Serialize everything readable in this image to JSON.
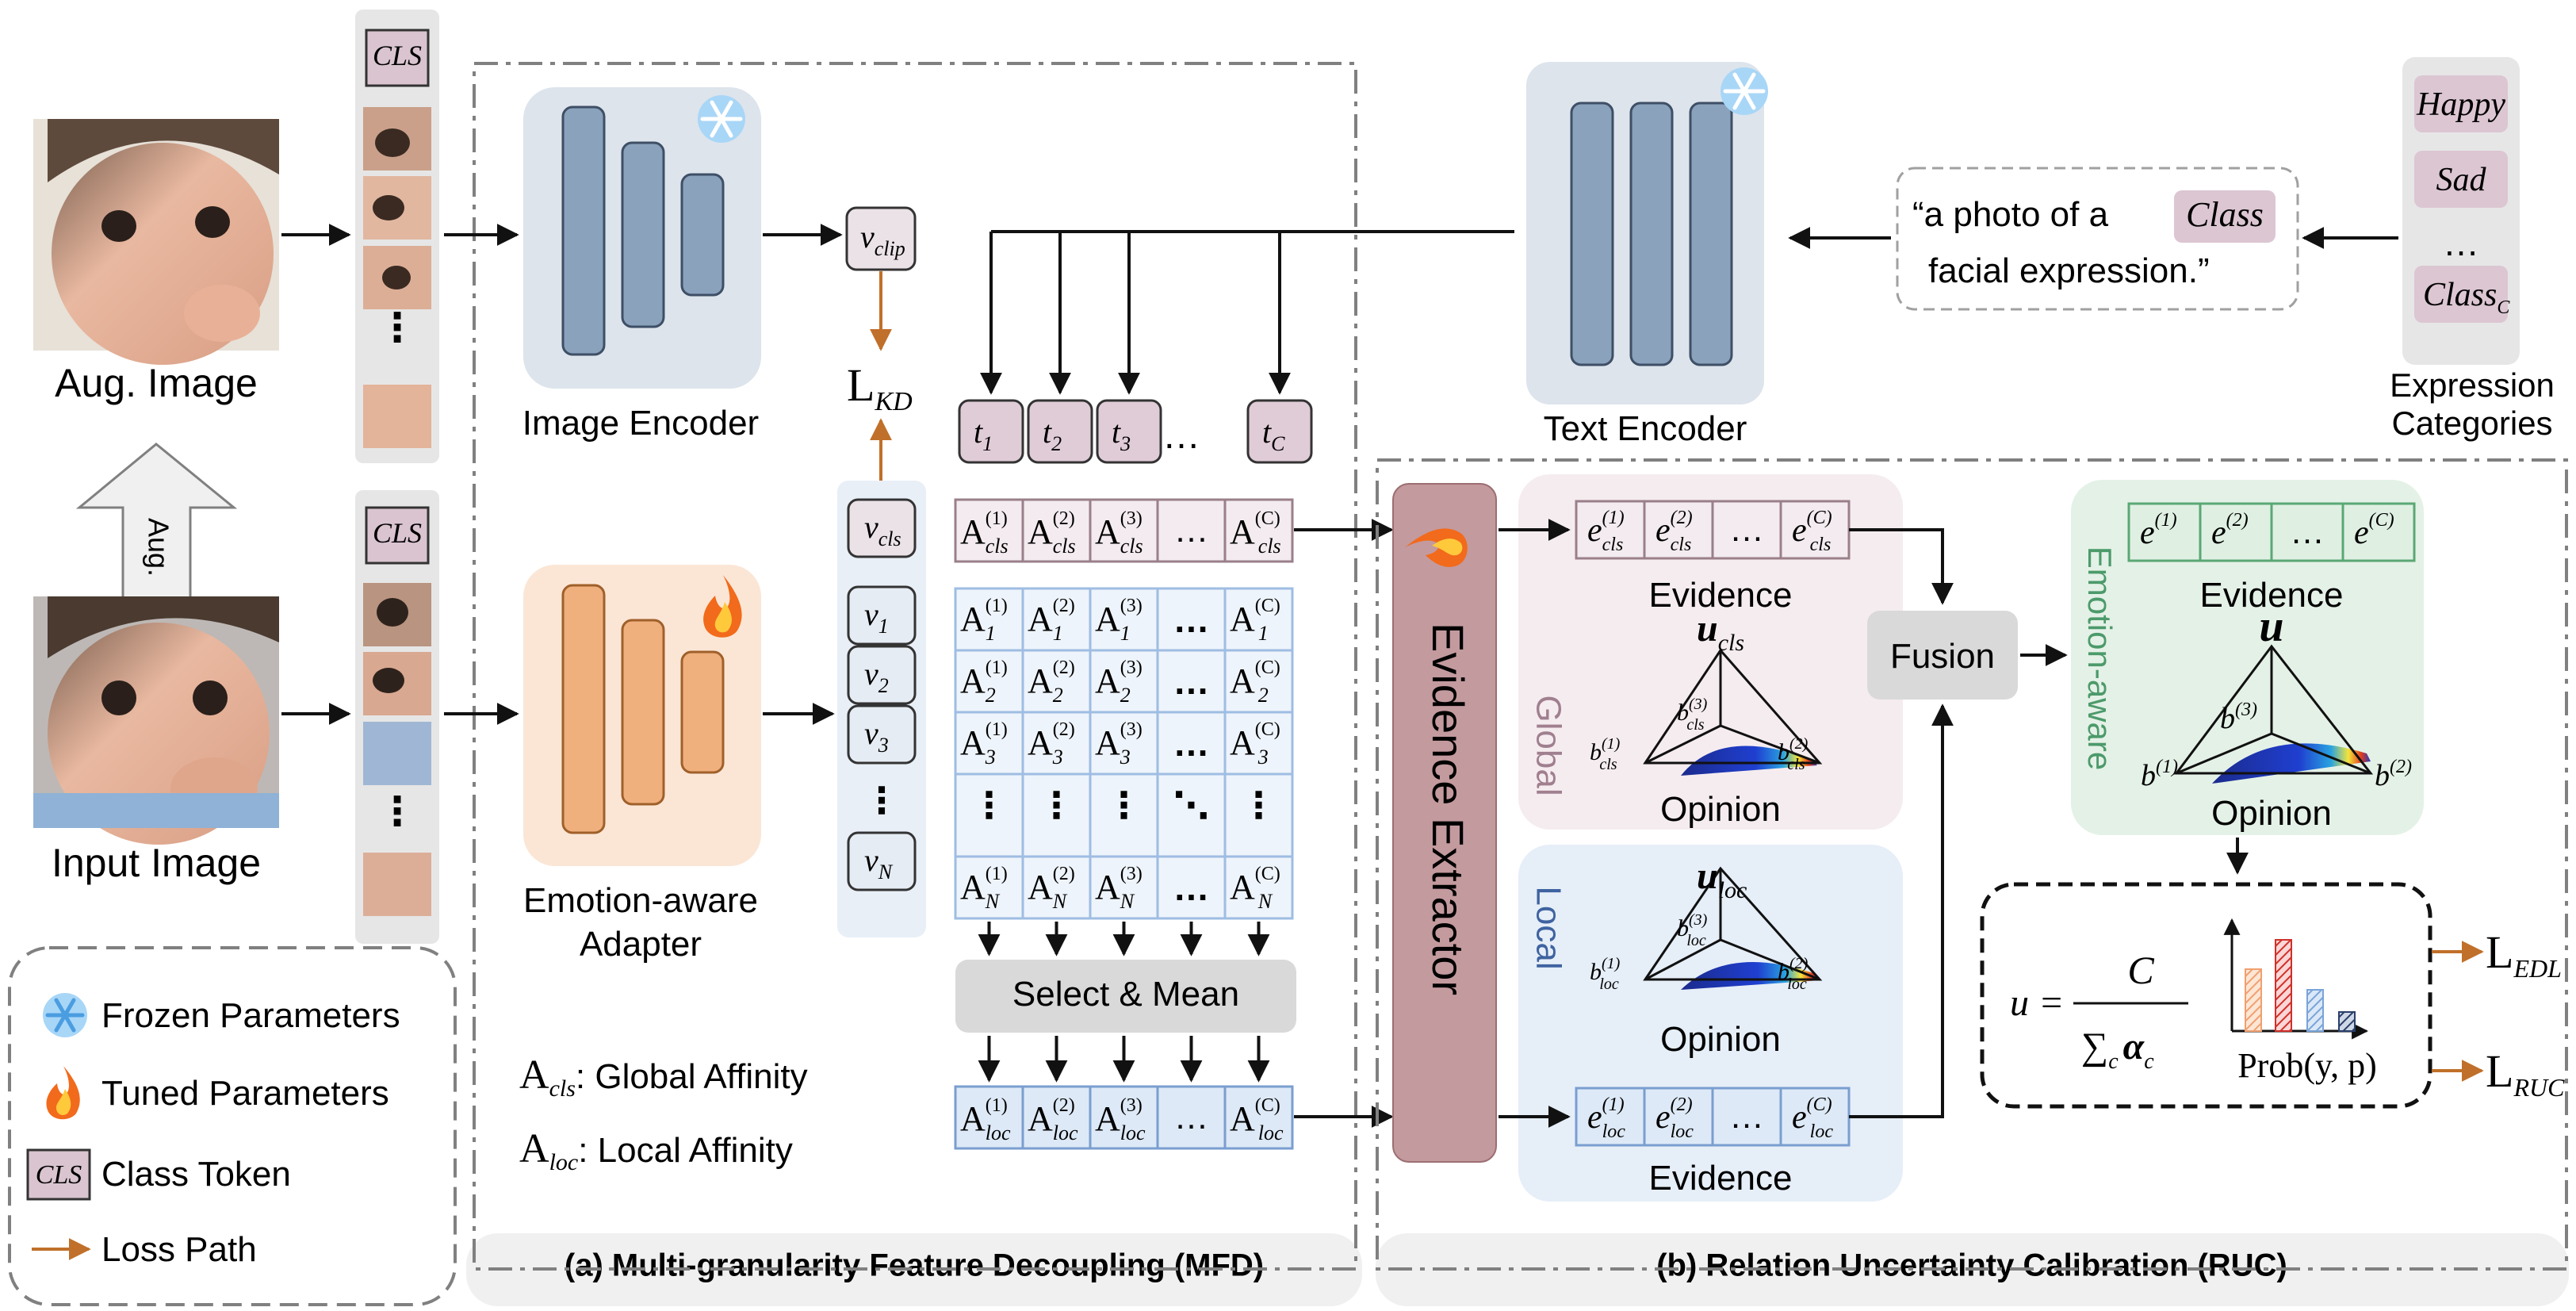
{
  "mfd": {
    "caption": "(a) Multi-granularity Feature Decoupling (MFD)",
    "aug_image_label": "Aug. Image",
    "input_image_label": "Input Image",
    "aug_arrow_label": "Aug.",
    "cls_token": "CLS",
    "image_encoder_label": "Image Encoder",
    "adapter_label_line1": "Emotion-aware",
    "adapter_label_line2": "Adapter",
    "v_clip": "v",
    "v_clip_sub": "clip",
    "kd_loss": "L",
    "kd_loss_sub": "KD",
    "v_tokens": [
      {
        "base": "v",
        "sub": "cls"
      },
      {
        "base": "v",
        "sub": "1"
      },
      {
        "base": "v",
        "sub": "2"
      },
      {
        "base": "v",
        "sub": "3"
      },
      {
        "base": "v",
        "sub": "N"
      }
    ],
    "t_tokens": [
      {
        "base": "t",
        "sub": "1"
      },
      {
        "base": "t",
        "sub": "2"
      },
      {
        "base": "t",
        "sub": "3"
      },
      {
        "base": "…",
        "sub": ""
      },
      {
        "base": "t",
        "sub": "C"
      }
    ],
    "cls_row_subs": [
      "cls",
      "cls",
      "cls",
      "",
      "cls"
    ],
    "col_sups": [
      "(1)",
      "(2)",
      "(3)",
      "",
      "(C)"
    ],
    "matrix_row_subs": [
      "1",
      "2",
      "3",
      "",
      "N"
    ],
    "select_mean": "Select & Mean",
    "loc_row_subs": [
      "loc",
      "loc",
      "loc",
      "",
      "loc"
    ],
    "a_cls_def_sym": "A",
    "a_cls_def_sub": "cls",
    "a_cls_def_text": ": Global Affinity",
    "a_loc_def_sym": "A",
    "a_loc_def_sub": "loc",
    "a_loc_def_text": ": Local Affinity"
  },
  "legend": {
    "frozen": "Frozen Parameters",
    "tuned": "Tuned Parameters",
    "class_token_box": "CLS",
    "class_token": "Class Token",
    "loss_path": "Loss Path"
  },
  "text_branch": {
    "text_encoder_label": "Text Encoder",
    "prompt_line1_pre": "“a photo of a",
    "prompt_class": "Class",
    "prompt_line2": "facial expression.”",
    "categories": [
      "Happy",
      "Sad",
      "…"
    ],
    "category_last": "Class",
    "category_last_sub": "C",
    "categories_label_line1": "Expression",
    "categories_label_line2": "Categories"
  },
  "ruc": {
    "caption": "(b) Relation Uncertainty Calibration (RUC)",
    "evidence_extractor": "Evidence Extractor",
    "global_label": "Global",
    "local_label": "Local",
    "evidence_label": "Evidence",
    "opinion_label": "Opinion",
    "fusion_label": "Fusion",
    "emotion_aware_label": "Emotion-aware",
    "global_u": "u",
    "global_u_sub": "cls",
    "local_u": "u",
    "local_u_sub": "loc",
    "fused_u": "u",
    "evidence_cls_subs": [
      "cls",
      "cls",
      "",
      "cls"
    ],
    "evidence_loc_subs": [
      "loc",
      "loc",
      "",
      "loc"
    ],
    "evidence_sups": [
      "(1)",
      "(2)",
      "",
      "(C)"
    ],
    "formula_u": "u =",
    "formula_num": "C",
    "formula_den": "∑",
    "formula_den_sub": "c",
    "formula_alpha": "α",
    "formula_alpha_sub": "c",
    "prob_label": "Prob(y, p)",
    "loss_edl": "L",
    "loss_edl_sub": "EDL",
    "loss_ruc": "L",
    "loss_ruc_sub": "RUC"
  },
  "colors": {
    "accent_orange": "#c0702a",
    "global_text": "#a07f8f",
    "local_text": "#3f63a0",
    "emotion_green": "#4c9a6a",
    "extractor_fill": "#c39a9e"
  }
}
